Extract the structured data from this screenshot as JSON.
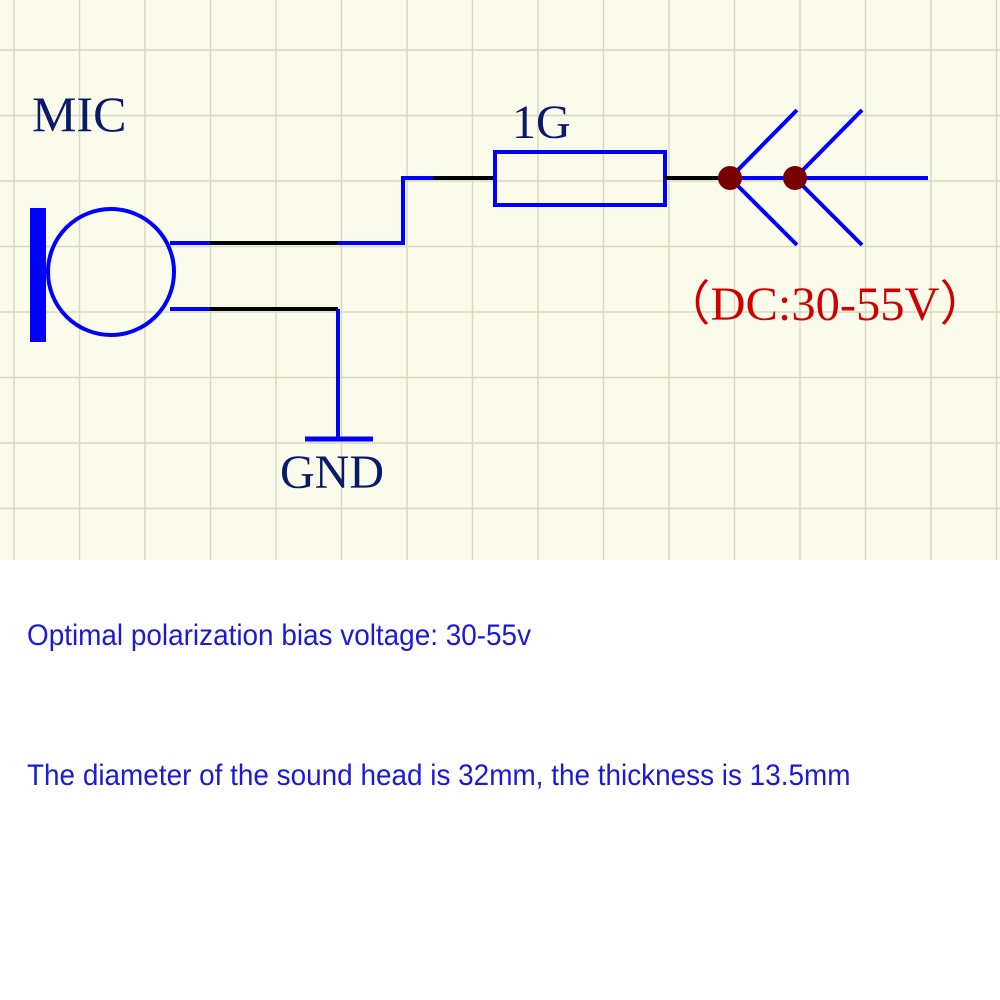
{
  "schematic": {
    "mic_label": "MIC",
    "resistor_label": "1G",
    "ground_label": "GND",
    "supply_label": "（DC:30-55V）"
  },
  "notes": {
    "bias_voltage": "Optimal polarization bias voltage: 30-55v",
    "dimensions": "The diameter of the sound head is 32mm, the thickness is 13.5mm"
  },
  "colors": {
    "background": "#fbfbec",
    "grid": "#d9d9c0",
    "wire_blue": "#0000ff",
    "wire_black": "#000000",
    "label_navy": "#0a1a6a",
    "supply_red": "#d00000",
    "junction": "#7a0000",
    "note_text": "#1a1ad8"
  }
}
